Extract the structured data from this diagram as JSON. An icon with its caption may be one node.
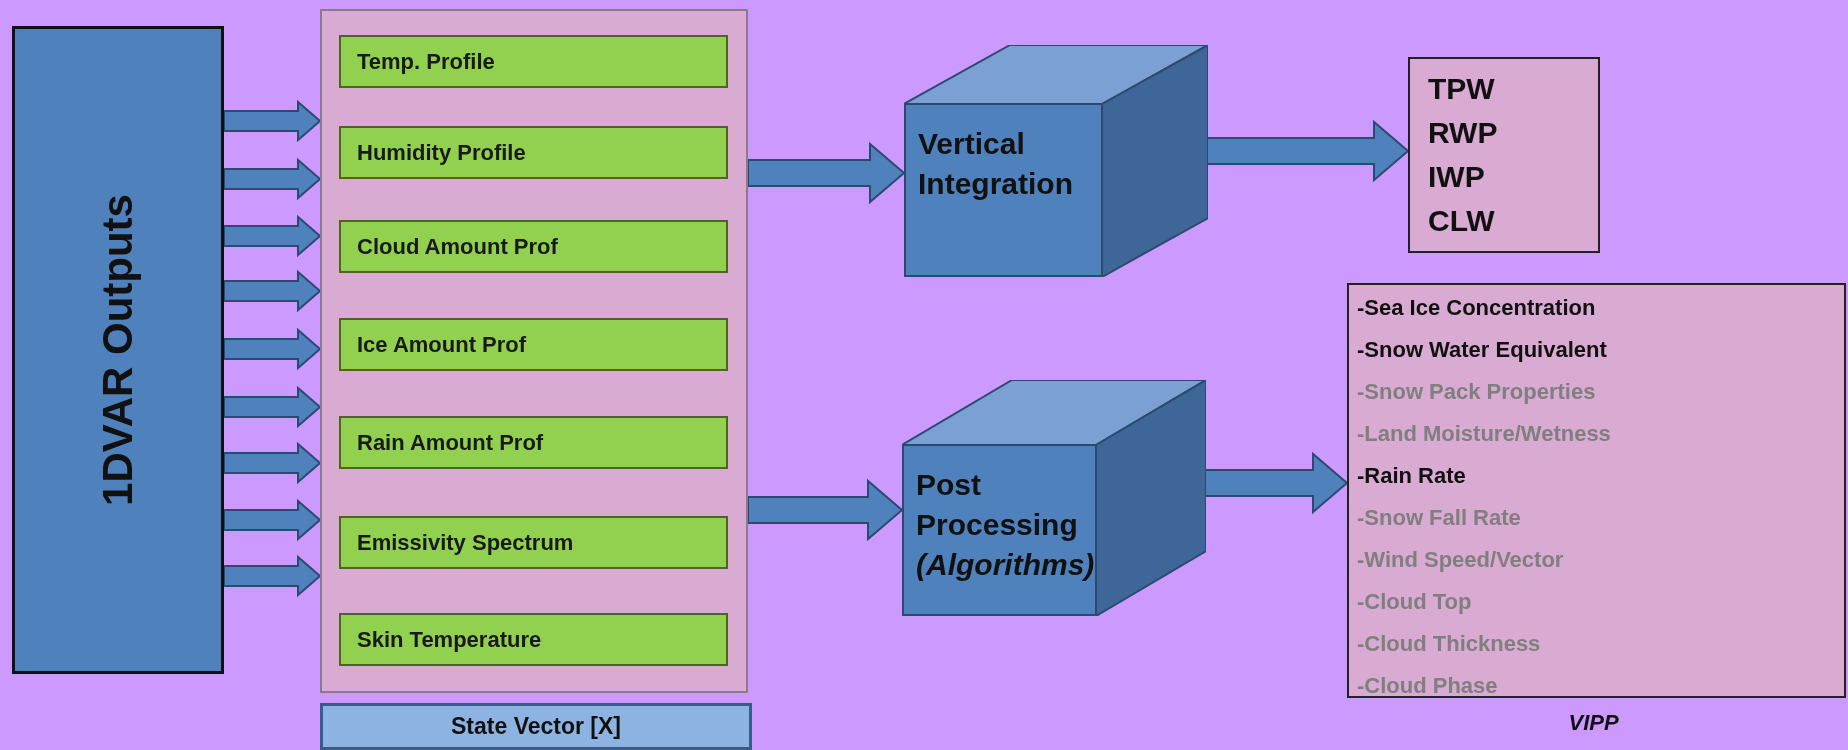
{
  "diagram": {
    "nodes": [
      {
        "text": [
          "1DVAR Outputs"
        ]
      },
      {
        "text": [
          "State Vector [X]"
        ]
      },
      {
        "text": [
          "Temp. Profile"
        ],
        "in": 1
      },
      {
        "text": [
          "Humidity Profile"
        ],
        "in": 1
      },
      {
        "text": [
          "Cloud Amount Prof"
        ],
        "in": 1
      },
      {
        "text": [
          "Ice Amount Prof"
        ],
        "in": 1
      },
      {
        "text": [
          "Rain Amount Prof"
        ],
        "in": 1
      },
      {
        "text": [
          "Emissivity Spectrum"
        ],
        "in": 1
      },
      {
        "text": [
          "Skin Temperature"
        ],
        "in": 1
      },
      {
        "text": [
          "Vertical Integration"
        ]
      },
      {
        "text": [
          "TPW",
          "RWP",
          "IWP",
          "CLW"
        ]
      },
      {
        "text": [
          "Post Processing *(Algorithms)*"
        ]
      },
      {
        "text": [
          "-Sea Ice Concentration",
          "-Snow Water Equivalent",
          "-Snow Pack Properties",
          "-Land Moisture/Wetness",
          "-Rain Rate",
          "-Snow Fall Rate",
          "-Wind Speed/Vector",
          "-Cloud Top",
          "-Cloud Thickness",
          "-Cloud Phase"
        ],
        "beside": [
          "VIPP"
        ]
      }
    ],
    "edges": [
      {
        "from": 0,
        "to": 1,
        "arrow": "to"
      },
      {
        "from": 0,
        "to": 1,
        "arrow": "to"
      },
      {
        "from": 0,
        "to": 1,
        "arrow": "to"
      },
      {
        "from": 0,
        "to": 1,
        "arrow": "to"
      },
      {
        "from": 0,
        "to": 1,
        "arrow": "to"
      },
      {
        "from": 0,
        "to": 1,
        "arrow": "to"
      },
      {
        "from": 0,
        "to": 1,
        "arrow": "to"
      },
      {
        "from": 0,
        "to": 1,
        "arrow": "to"
      },
      {
        "from": 0,
        "to": 1,
        "arrow": "to"
      },
      {
        "from": 1,
        "to": 9,
        "arrow": "to"
      },
      {
        "from": 9,
        "to": 10,
        "arrow": "to"
      },
      {
        "from": 1,
        "to": 11,
        "arrow": "to"
      },
      {
        "from": 11,
        "to": 12,
        "arrow": "to"
      }
    ]
  }
}
